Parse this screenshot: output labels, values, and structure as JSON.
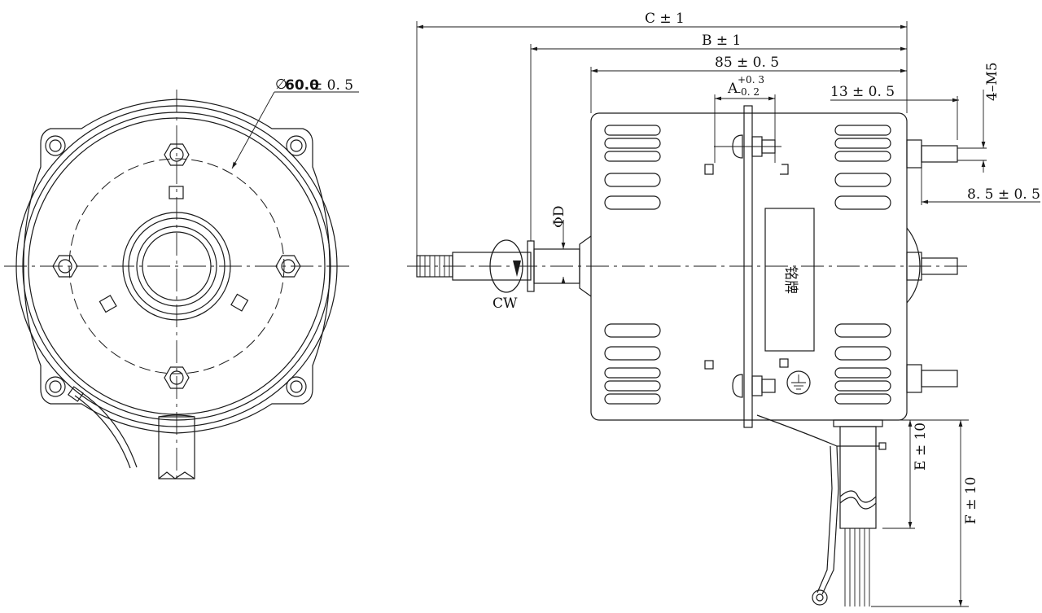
{
  "front_view": {
    "diameter_value": "60.0",
    "diameter_tol": " ± 0. 5"
  },
  "side_view": {
    "dim_c": "C ± 1",
    "dim_b": "B ± 1",
    "dim_85": "85 ± 0. 5",
    "dim_a": "A",
    "dim_a_tol_upper": "+0. 3",
    "dim_a_tol_lower": "-0. 2",
    "dim_13": "13 ± 0. 5",
    "dim_4m5": "4–M5",
    "dim_85_small": "8. 5 ± 0. 5",
    "dim_phid": "ΦD",
    "rotation": "CW",
    "nameplate": "铭牌",
    "dim_e": "E ± 10",
    "dim_f": "F ± 10"
  }
}
